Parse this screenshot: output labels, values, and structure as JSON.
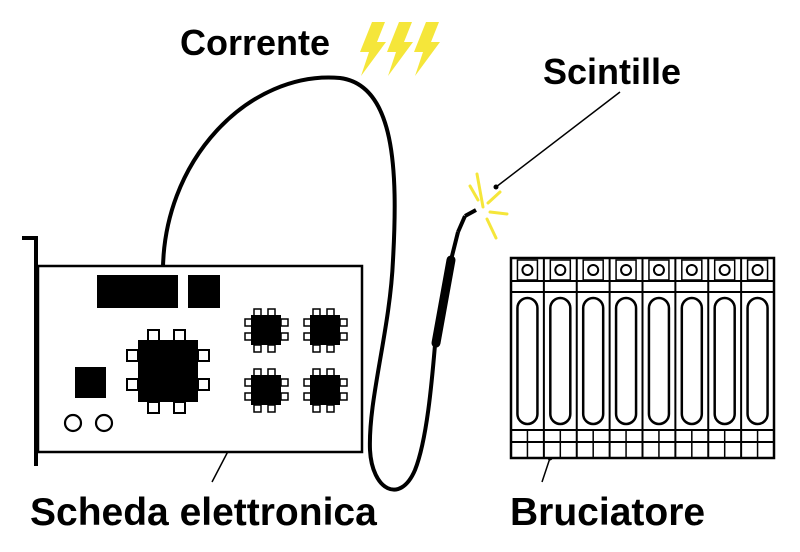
{
  "labels": {
    "current": "Corrente",
    "sparks": "Scintille",
    "board": "Scheda elettronica",
    "burner": "Bruciatore"
  },
  "colors": {
    "ink": "#000000",
    "bolt": "#f5e63a",
    "spark": "#f5e63a",
    "background": "#ffffff"
  },
  "icons": {
    "bolts": "lightning-bolt-icon",
    "sparks": "spark-icon"
  },
  "burner": {
    "tube_count": 8
  }
}
